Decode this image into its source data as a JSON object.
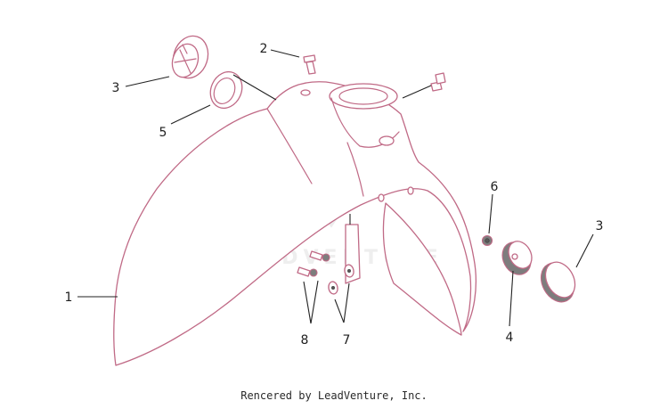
{
  "watermark": {
    "text": "LEADVENTURE"
  },
  "callouts": [
    {
      "id": "fender",
      "label": "1"
    },
    {
      "id": "screw-top",
      "label": "2"
    },
    {
      "id": "cap-left",
      "label": "3"
    },
    {
      "id": "cap-right",
      "label": "3"
    },
    {
      "id": "reflector-base",
      "label": "4"
    },
    {
      "id": "bushing",
      "label": "5"
    },
    {
      "id": "nut",
      "label": "6"
    },
    {
      "id": "washers",
      "label": "7"
    },
    {
      "id": "screws",
      "label": "8"
    }
  ],
  "footer": {
    "text": "Rencered by LeadVenture, Inc."
  },
  "colors": {
    "outline": "#c06a86",
    "callout_text": "#1e1e1e",
    "leader": "#222222"
  }
}
